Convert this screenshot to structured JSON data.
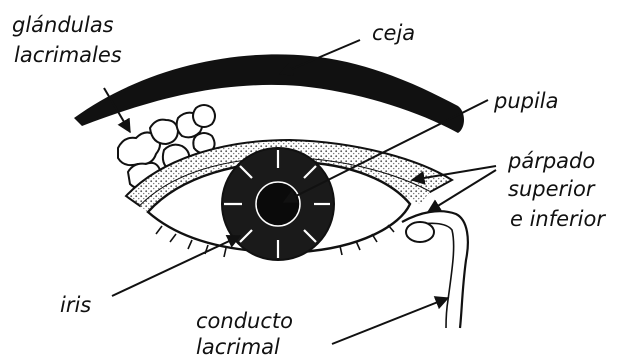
{
  "diagram": {
    "labels": {
      "glandulas_line1": "glándulas",
      "glandulas_line2": "lacrimales",
      "ceja": "ceja",
      "pupila": "pupila",
      "parpado_line1": "párpado",
      "parpado_line2": "superior",
      "parpado_line3": "e inferior",
      "iris": "iris",
      "conducto_line1": "conducto",
      "conducto_line2": "lacrimal"
    },
    "colors": {
      "ink": "#111111",
      "paper": "#ffffff",
      "stipple": "#8a8a8a"
    }
  }
}
